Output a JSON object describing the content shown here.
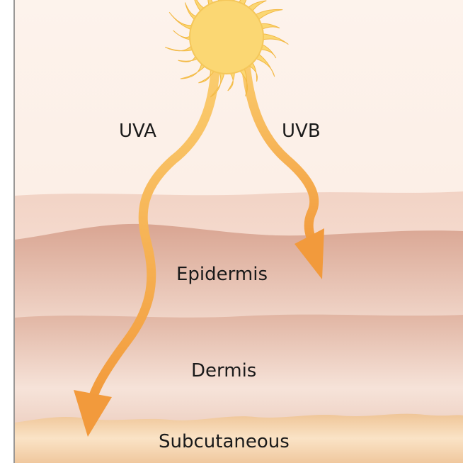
{
  "rays": {
    "uva": "UVA",
    "uvb": "UVB"
  },
  "layers": {
    "epidermis": "Epidermis",
    "dermis": "Dermis",
    "subcutaneous": "Subcutaneous"
  },
  "colors": {
    "sky": "#fcefe6",
    "sun_fill": "#fbd773",
    "sun_stroke": "#f3b944",
    "arrow": "#f29a3c",
    "skin_light": "#f4ddd1",
    "skin_mid": "#e3b5a0",
    "skin_dark": "#d69e88",
    "subcutaneous": "#f2cfa3"
  }
}
